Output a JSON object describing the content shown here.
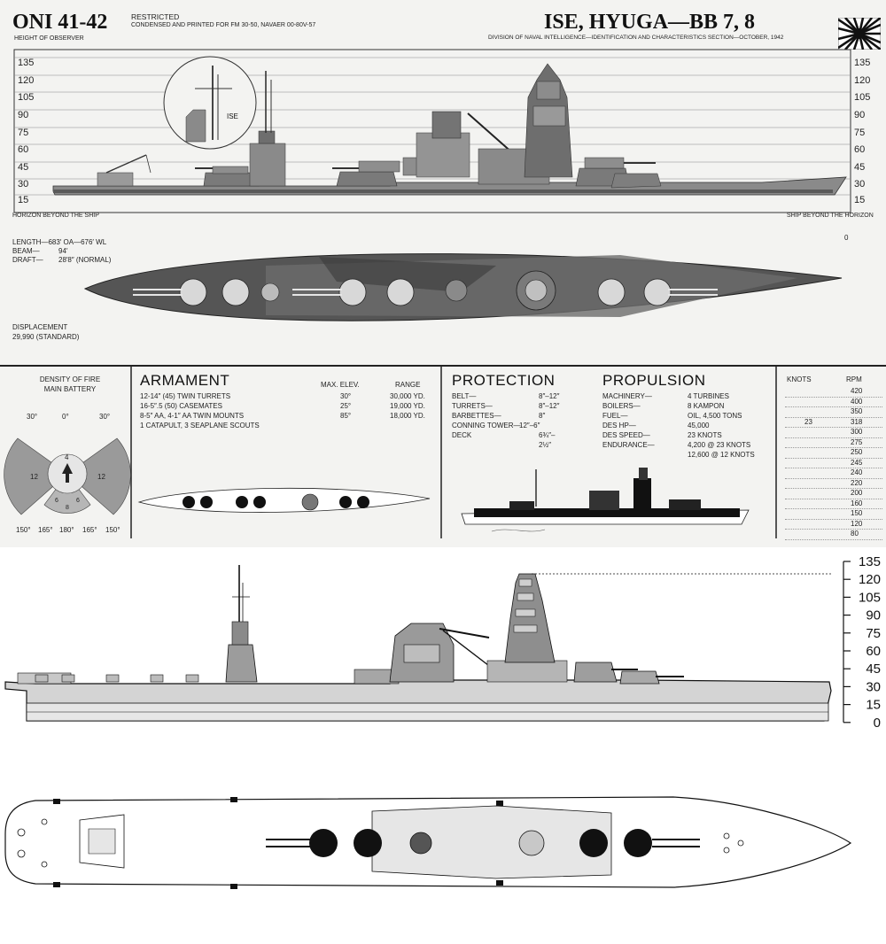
{
  "header": {
    "doc_number": "ONI 41-42",
    "restricted": "RESTRICTED",
    "printed_for": "CONDENSED AND PRINTED FOR FM 30-50, NAVAER 00-80V-57",
    "height_of_observer": "HEIGHT OF OBSERVER",
    "ship_title": "ISE, HYUGA—BB 7, 8",
    "division": "DIVISION OF NAVAL INTELLIGENCE—IDENTIFICATION AND CHARACTERISTICS SECTION—OCTOBER, 1942",
    "flag_icon": "rising-sun-flag-icon"
  },
  "profile": {
    "scale_labels": [
      "135",
      "120",
      "105",
      "90",
      "75",
      "60",
      "45",
      "30",
      "15"
    ],
    "inset_label": "ISE",
    "horizon_beyond_ship": "HORIZON BEYOND THE SHIP",
    "ship_beyond_horizon": "SHIP BEYOND THE HORIZON",
    "zero": "0"
  },
  "dimensions": {
    "length": "LENGTH—683′ OA—676′ WL",
    "beam_label": "BEAM—",
    "beam_value": "94′",
    "draft_label": "DRAFT—",
    "draft_value": "28′8″ (NORMAL)",
    "displacement_label": "DISPLACEMENT",
    "displacement_value": "29,990 (STANDARD)"
  },
  "density_of_fire": {
    "title_1": "DENSITY OF FIRE",
    "title_2": "MAIN BATTERY",
    "top_labels": [
      "30°",
      "0°",
      "30°"
    ],
    "bottom_labels": [
      "150°",
      "165°",
      "180°",
      "165°",
      "150°"
    ],
    "sector_values": [
      "4",
      "12",
      "12",
      "6",
      "6",
      "8"
    ]
  },
  "armament": {
    "title": "ARMAMENT",
    "col_elev": "MAX. ELEV.",
    "col_range": "RANGE",
    "rows": [
      {
        "item": "12-14″ (45) TWIN TURRETS",
        "elev": "30°",
        "range": "30,000 YD."
      },
      {
        "item": "16-5″.5 (50) CASEMATES",
        "elev": "25°",
        "range": "19,000 YD."
      },
      {
        "item": "8-5″ AA, 4-1″ AA TWIN MOUNTS",
        "elev": "85°",
        "range": "18,000 YD."
      },
      {
        "item": "1 CATAPULT, 3 SEAPLANE SCOUTS",
        "elev": "",
        "range": ""
      }
    ]
  },
  "protection": {
    "title": "PROTECTION",
    "rows": [
      {
        "label": "BELT—",
        "value": "8″–12″"
      },
      {
        "label": "TURRETS—",
        "value": "8″–12″"
      },
      {
        "label": "BARBETTES—",
        "value": "8″"
      },
      {
        "label": "CONNING TOWER—",
        "value": "12″–6″"
      },
      {
        "label": "DECK",
        "value": "6¾″–"
      },
      {
        "label": "",
        "value": "2½″"
      }
    ]
  },
  "propulsion": {
    "title": "PROPULSION",
    "rows": [
      {
        "label": "MACHINERY—",
        "value": "4 TURBINES"
      },
      {
        "label": "BOILERS—",
        "value": "8 KAMPON"
      },
      {
        "label": "FUEL—",
        "value": "OIL, 4,500 TONS"
      },
      {
        "label": "DES HP—",
        "value": "45,000"
      },
      {
        "label": "DES SPEED—",
        "value": "23 KNOTS"
      },
      {
        "label": "ENDURANCE—",
        "value": "4,200 @ 23 KNOTS"
      },
      {
        "label": "",
        "value": "12,600 @ 12 KNOTS"
      }
    ]
  },
  "speed_table": {
    "col_knots": "KNOTS",
    "col_rpm": "RPM",
    "rows": [
      {
        "knots": "",
        "rpm": "420"
      },
      {
        "knots": "",
        "rpm": "400"
      },
      {
        "knots": "",
        "rpm": "350"
      },
      {
        "knots": "23",
        "rpm": "318"
      },
      {
        "knots": "",
        "rpm": "300"
      },
      {
        "knots": "",
        "rpm": "275"
      },
      {
        "knots": "",
        "rpm": "250"
      },
      {
        "knots": "",
        "rpm": "245"
      },
      {
        "knots": "",
        "rpm": "240"
      },
      {
        "knots": "",
        "rpm": "220"
      },
      {
        "knots": "",
        "rpm": "200"
      },
      {
        "knots": "",
        "rpm": "160"
      },
      {
        "knots": "",
        "rpm": "150"
      },
      {
        "knots": "",
        "rpm": "120"
      },
      {
        "knots": "",
        "rpm": "80"
      }
    ]
  },
  "lower_drawing": {
    "scale_labels": [
      "135",
      "120",
      "105",
      "90",
      "75",
      "60",
      "45",
      "30",
      "15",
      "0"
    ]
  },
  "colors": {
    "sheet_bg": "#f3f3f1",
    "hull_gray": "#8e8e8e",
    "dark_gray": "#4d4d4d",
    "line_drawing_fill": "#d4d4d4"
  }
}
